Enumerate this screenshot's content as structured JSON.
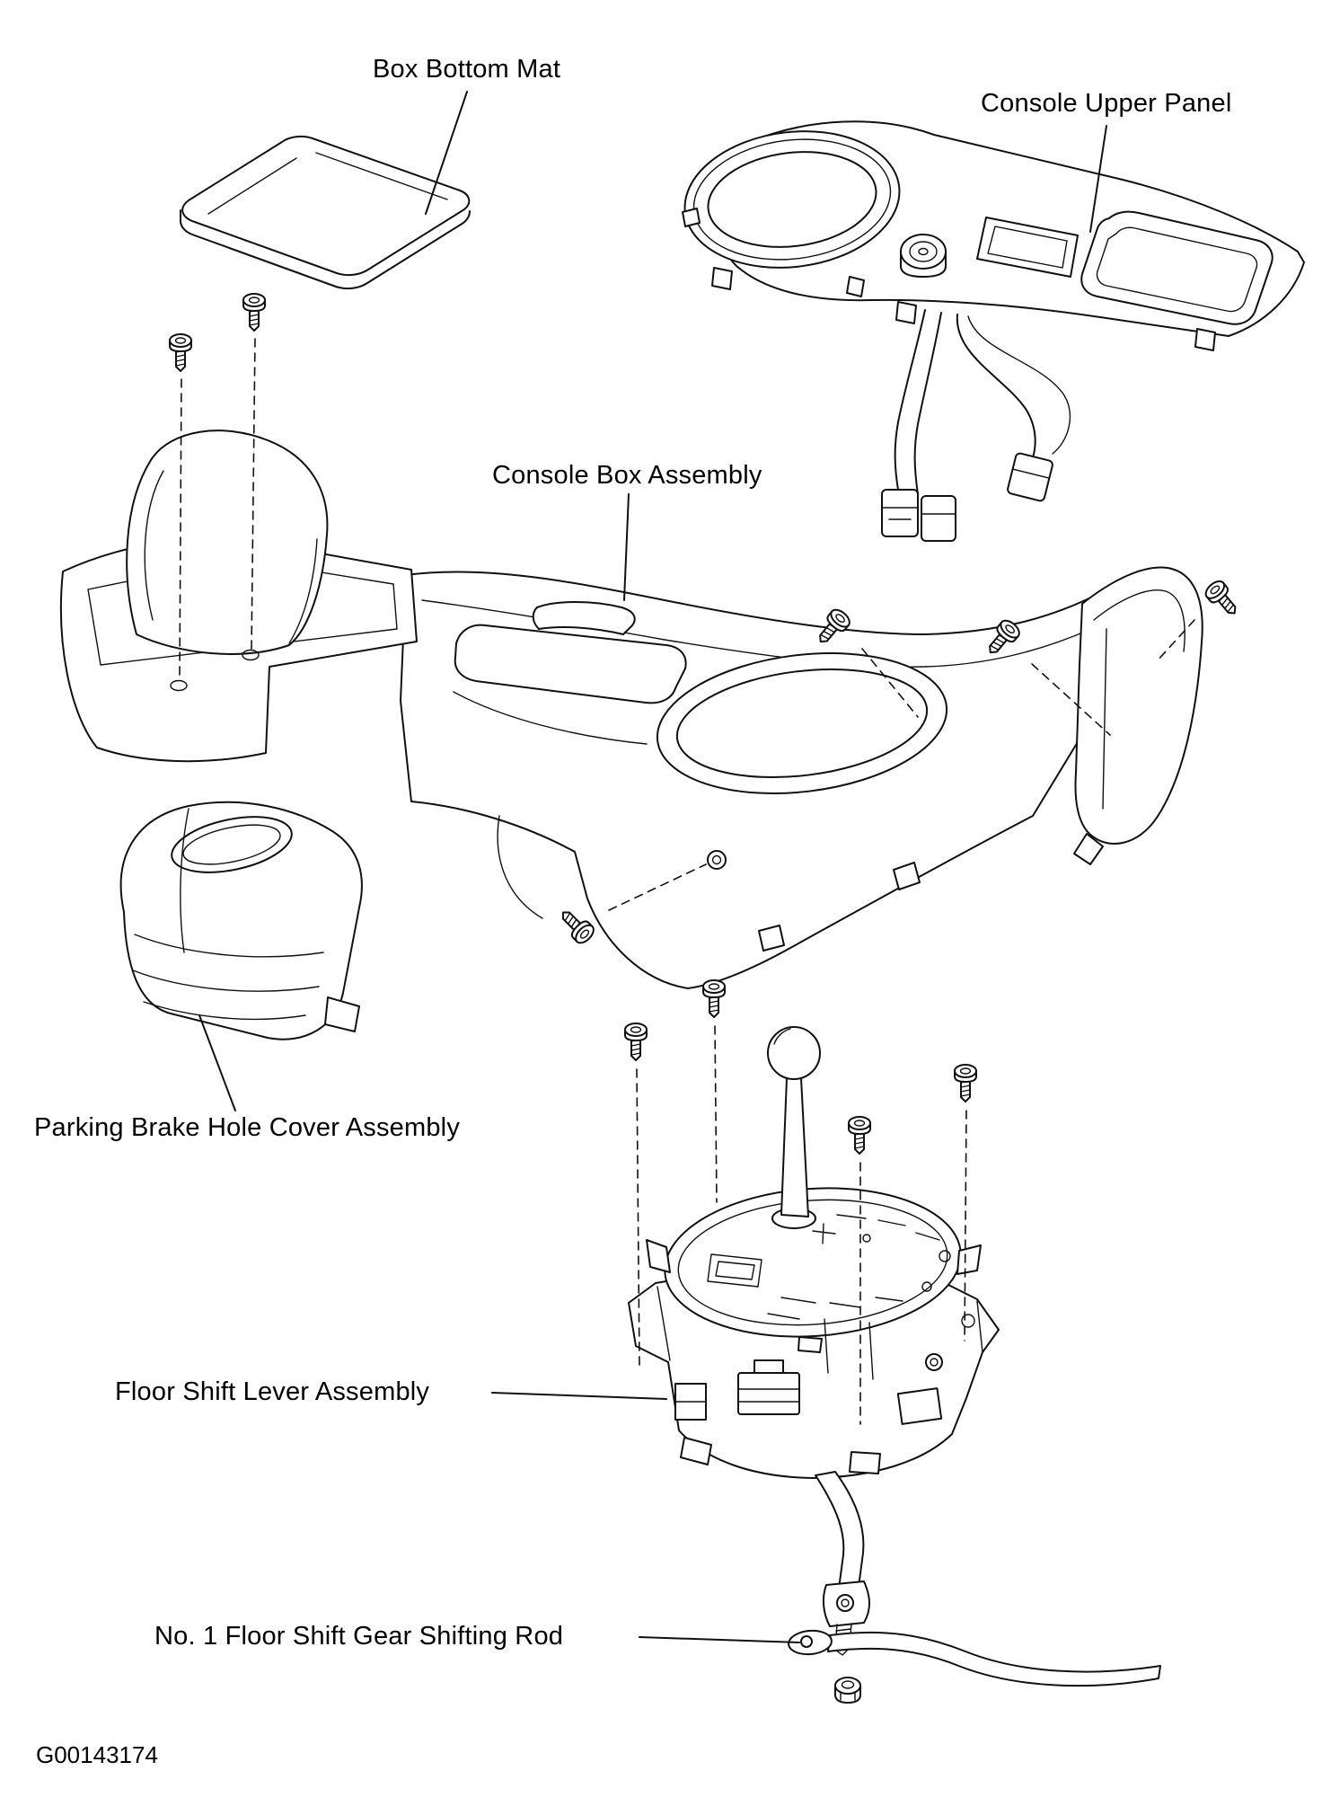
{
  "figure": {
    "code": "G00143174",
    "labels": {
      "box_bottom_mat": "Box Bottom Mat",
      "console_upper_panel": "Console Upper Panel",
      "console_box_assembly": "Console Box Assembly",
      "parking_brake_hole_cover_assembly": "Parking Brake Hole Cover Assembly",
      "floor_shift_lever_assembly": "Floor Shift Lever Assembly",
      "no_1_floor_shift_gear_shifting_rod": "No. 1 Floor Shift Gear Shifting Rod"
    }
  }
}
